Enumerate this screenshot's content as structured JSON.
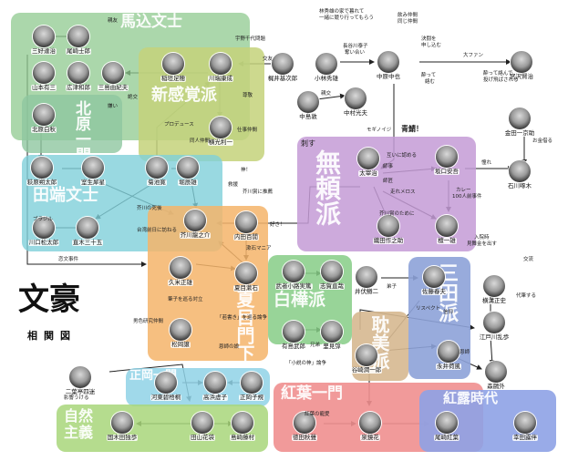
{
  "title": {
    "main": "文豪",
    "sub": "相関図"
  },
  "groups": [
    {
      "key": "umagome",
      "label": "馬込文士",
      "color": "#8fc98f"
    },
    {
      "key": "shinkankaku",
      "label": "新感覚派",
      "color": "#c4d27a"
    },
    {
      "key": "kitahara",
      "label": "北原一門",
      "color": "#8fc7a0"
    },
    {
      "key": "tabata",
      "label": "田端文士",
      "color": "#7fcfd9"
    },
    {
      "key": "natsume",
      "label": "夏目門下",
      "color": "#f4b46a"
    },
    {
      "key": "buraiha",
      "label": "無頼派",
      "color": "#c49bd6"
    },
    {
      "key": "shirakaba",
      "label": "白樺派",
      "color": "#86cc86"
    },
    {
      "key": "tanbiha",
      "label": "耽美派",
      "color": "#d6b890"
    },
    {
      "key": "mita",
      "label": "三田派",
      "color": "#8da2d8"
    },
    {
      "key": "masaoka",
      "label": "正岡一門",
      "color": "#8fd2e6"
    },
    {
      "key": "shizen",
      "label": "自然主義",
      "color": "#a8d67a"
    },
    {
      "key": "kouyou",
      "label": "紅葉一門",
      "color": "#ef8f8f"
    },
    {
      "key": "kouro",
      "label": "紅露時代",
      "color": "#8ea2e6"
    }
  ],
  "authors": [
    {
      "id": "miyoshi",
      "name": "三好達治"
    },
    {
      "id": "ozaki_shiro",
      "name": "尾崎士郎"
    },
    {
      "id": "yamamoto",
      "name": "山本有三"
    },
    {
      "id": "hirotsu",
      "name": "広津和郎"
    },
    {
      "id": "mishima",
      "name": "三島由紀夫"
    },
    {
      "id": "inagaki",
      "name": "稲垣足穂"
    },
    {
      "id": "kawabata",
      "name": "川端康成"
    },
    {
      "id": "kitahara",
      "name": "北原白秋"
    },
    {
      "id": "yokomitsu",
      "name": "横光利一"
    },
    {
      "id": "hagiwara",
      "name": "萩原朔太郎"
    },
    {
      "id": "murou",
      "name": "室生犀星"
    },
    {
      "id": "kikuchi",
      "name": "菊池寛"
    },
    {
      "id": "hori",
      "name": "堀辰雄"
    },
    {
      "id": "kawaguchi",
      "name": "川口松太郎"
    },
    {
      "id": "naoki",
      "name": "直木三十五"
    },
    {
      "id": "akutagawa",
      "name": "芥川龍之介"
    },
    {
      "id": "kajii",
      "name": "梶井基次郎"
    },
    {
      "id": "kobayashi",
      "name": "小林秀雄"
    },
    {
      "id": "nakahara",
      "name": "中原中也"
    },
    {
      "id": "miyazawa",
      "name": "宮沢賢治"
    },
    {
      "id": "nakajima",
      "name": "中島敦"
    },
    {
      "id": "nakamura",
      "name": "中村光夫"
    },
    {
      "id": "kindaichi",
      "name": "金田一京助"
    },
    {
      "id": "ishikawa",
      "name": "石川啄木"
    },
    {
      "id": "dazai",
      "name": "太宰治"
    },
    {
      "id": "sakaguchi",
      "name": "坂口安吾"
    },
    {
      "id": "oda",
      "name": "織田作之助"
    },
    {
      "id": "dan",
      "name": "檀一雄"
    },
    {
      "id": "uchida",
      "name": "内田百閒"
    },
    {
      "id": "kume",
      "name": "久米正雄"
    },
    {
      "id": "natsume",
      "name": "夏目漱石"
    },
    {
      "id": "matsuoka",
      "name": "松岡譲"
    },
    {
      "id": "mushanokoji",
      "name": "武者小路実篤"
    },
    {
      "id": "shiga",
      "name": "志賀直哉"
    },
    {
      "id": "arishima",
      "name": "有島武郎"
    },
    {
      "id": "satomi",
      "name": "里見弴"
    },
    {
      "id": "ibuse",
      "name": "井伏鱒二"
    },
    {
      "id": "sato",
      "name": "佐藤春夫"
    },
    {
      "id": "yokomizo",
      "name": "横溝正史"
    },
    {
      "id": "edogawa",
      "name": "江戸川乱歩"
    },
    {
      "id": "tanizaki",
      "name": "谷崎潤一郎"
    },
    {
      "id": "nagai",
      "name": "永井荷風"
    },
    {
      "id": "mori",
      "name": "森鷗外"
    },
    {
      "id": "futabatei",
      "name": "二葉亭四迷"
    },
    {
      "id": "kawahigashi",
      "name": "河東碧梧桐"
    },
    {
      "id": "takahama",
      "name": "高浜虚子"
    },
    {
      "id": "masaoka",
      "name": "正岡子規"
    },
    {
      "id": "kunikida",
      "name": "国木田独歩"
    },
    {
      "id": "tayama",
      "name": "田山花袋"
    },
    {
      "id": "shimazaki",
      "name": "島崎藤村"
    },
    {
      "id": "tokuda",
      "name": "徳田秋聲"
    },
    {
      "id": "izumi",
      "name": "泉鏡花"
    },
    {
      "id": "ozaki_kouyou",
      "name": "尾崎紅葉"
    },
    {
      "id": "kouda",
      "name": "幸田露伴"
    }
  ],
  "notes": {
    "n1": "林秀雄の家で暮れて",
    "n2": "一緒に競り行ってもらう",
    "n3": "飲み仲間",
    "n4": "同じ仲間",
    "n5": "長谷川泰子",
    "n6": "奪い合い",
    "n7": "決闘を",
    "n8": "申し込む",
    "n9": "大ファン",
    "n10": "酔って絡んで",
    "n11": "投げ飛ばされる",
    "n12": "酔って",
    "n13": "絡む",
    "n14": "宇野千代問題",
    "n15": "交友",
    "n16": "親友",
    "n17": "親交",
    "n18": "尊敬",
    "n19": "憧れ",
    "n20": "お金借る",
    "n21": "モギノイジ",
    "n22": "青鯖！",
    "n23": "刺す",
    "n24": "師事",
    "n25": "芥川賞に推薦",
    "n26": "神！",
    "n27": "好き！",
    "n28": "漱石マニア",
    "n29": "カレー",
    "n30": "100人前事件",
    "n31": "入院時",
    "n32": "見舞金を出す",
    "n33": "弟子",
    "n34": "リスペクト",
    "n35": "信仰",
    "n36": "「小説の神」論争",
    "n37": "恩師",
    "n38": "代筆する",
    "n39": "交流",
    "n40": "影響うける",
    "n41": "紅葉の寵愛",
    "n42": "走れメロス",
    "n43": "師匠",
    "n44": "兄弟",
    "n45": "男色研究仲間",
    "n46": "「若書き」を巡る論争",
    "n47": "筆子を巡る対立",
    "n48": "恋文事件",
    "n49": "プロデュース",
    "n50": "絶交",
    "n51": "同人仲間",
    "n52": "仕事仲間",
    "n53": "救援",
    "n54": "芥川の死後",
    "n55": "恩師の娘",
    "n56": "ブラジル",
    "n57": "台湾前日に訪ねる",
    "n58": "嫌い",
    "n59": "互いに認める",
    "n60": "芥川賞のために"
  }
}
